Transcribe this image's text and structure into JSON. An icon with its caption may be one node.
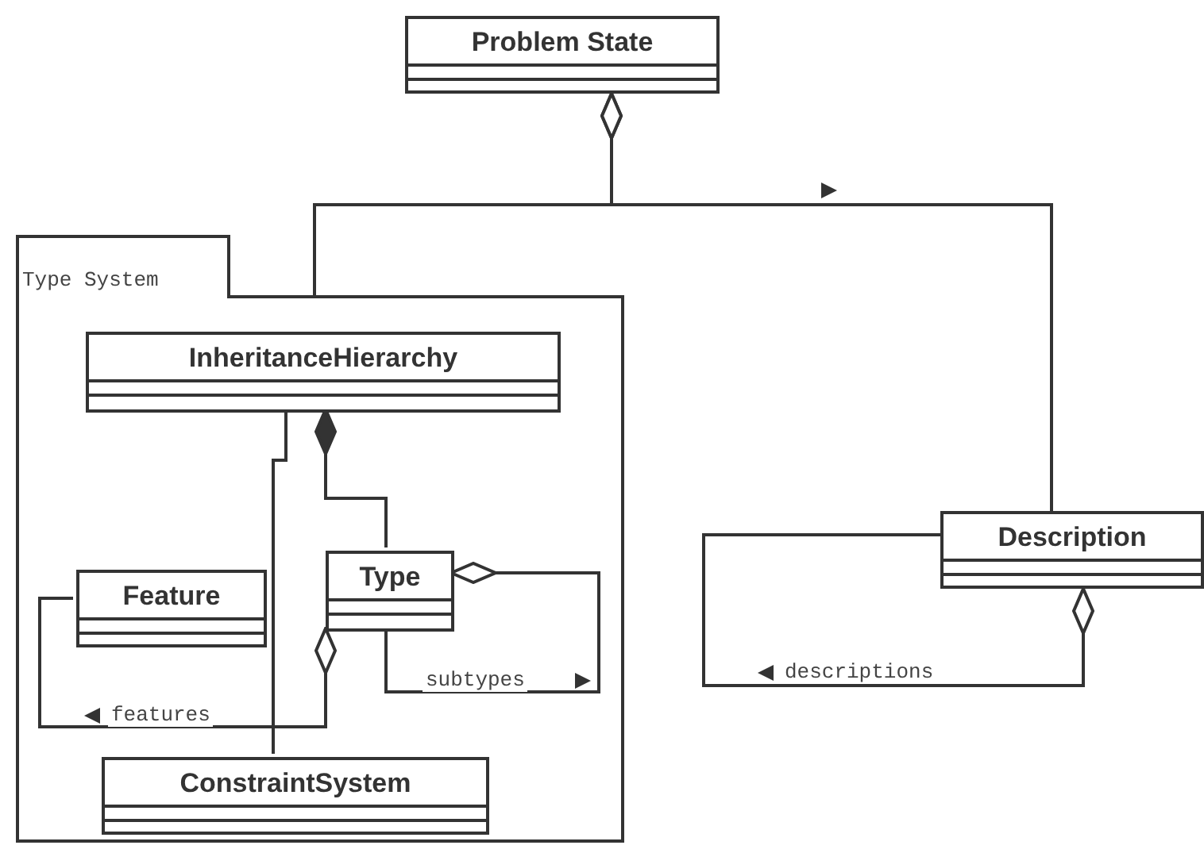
{
  "diagram": {
    "nodes": [
      {
        "text": [
          "Problem State"
        ]
      },
      {
        "text": [
          "Type System"
        ]
      },
      {
        "text": [
          "InheritanceHierarchy"
        ],
        "in": 1
      },
      {
        "text": [
          "Feature"
        ],
        "in": 1
      },
      {
        "text": [
          "Type"
        ],
        "in": 1
      },
      {
        "text": [
          "ConstraintSystem"
        ],
        "in": 1
      },
      {
        "text": [
          "Description"
        ]
      }
    ],
    "edges": [
      {
        "from": 0,
        "to": 1,
        "arrow": "other"
      },
      {
        "from": 0,
        "to": 6,
        "arrow": "other"
      },
      {
        "from": 2,
        "to": 4,
        "arrow": "other"
      },
      {
        "from": 2,
        "to": 5,
        "arrow": "none"
      },
      {
        "from": 4,
        "to": 3,
        "arrow": "other",
        "label": "features"
      },
      {
        "from": 4,
        "to": 4,
        "arrow": "other",
        "label": "subtypes"
      },
      {
        "from": 6,
        "to": 6,
        "arrow": "other",
        "label": "descriptions"
      }
    ]
  }
}
